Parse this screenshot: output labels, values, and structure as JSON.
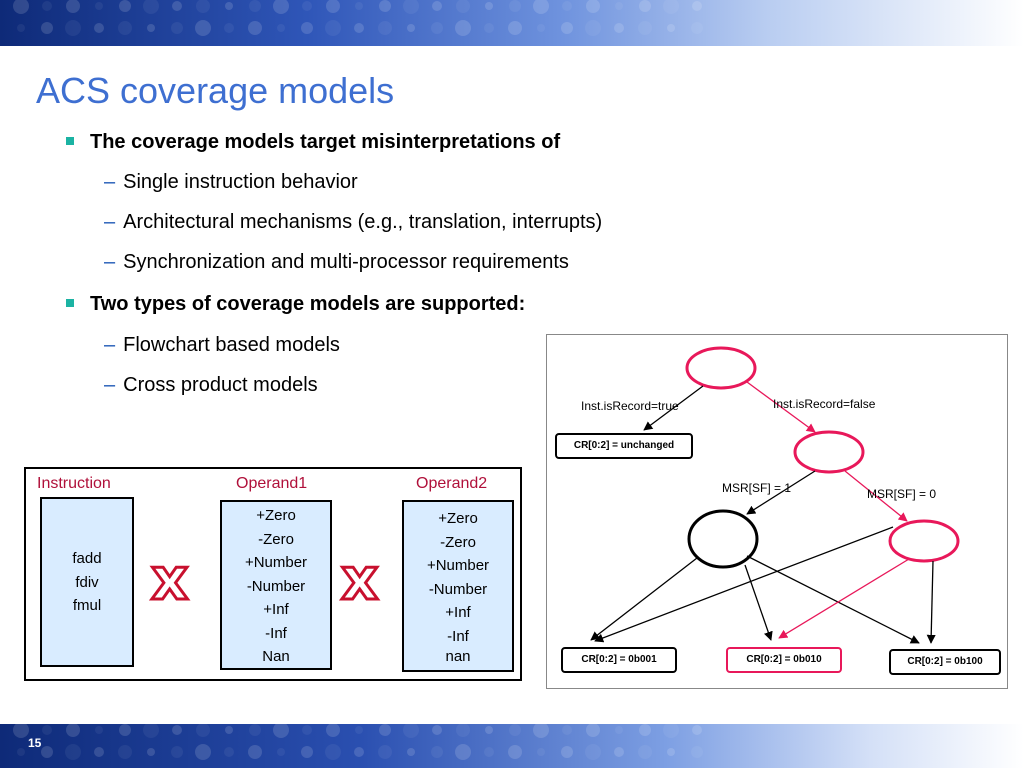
{
  "slide": {
    "title": "ACS coverage models",
    "number": "15"
  },
  "bullets": [
    {
      "text": "The coverage models target misinterpretations of",
      "sub": [
        "Single instruction behavior",
        "Architectural mechanisms (e.g., translation, interrupts)",
        "Synchronization and multi-processor requirements"
      ]
    },
    {
      "text": "Two types of coverage models are supported:",
      "sub": [
        "Flowchart based models",
        "Cross product models"
      ]
    }
  ],
  "sub_dash": "–",
  "cross_product": {
    "columns": [
      {
        "label": "Instruction",
        "items": [
          "fadd",
          "fdiv",
          "fmul"
        ]
      },
      {
        "label": "Operand1",
        "items": [
          "+Zero",
          "-Zero",
          "+Number",
          "-Number",
          "+Inf",
          "-Inf",
          "Nan"
        ]
      },
      {
        "label": "Operand2",
        "items": [
          "+Zero",
          "-Zero",
          "+Number",
          "-Number",
          "+Inf",
          "-Inf",
          "nan"
        ]
      }
    ],
    "operator": "x"
  },
  "flowchart": {
    "edge_labels": [
      "Inst.isRecord=true",
      "Inst.isRecord=false",
      "MSR[SF] = 1",
      "MSR[SF] = 0"
    ],
    "boxes": [
      "CR[0:2]  = unchanged",
      "CR[0:2] = 0b001",
      "CR[0:2] = 0b010",
      "CR[0:2] = 0b100"
    ],
    "colors": {
      "highlight": "#e8185a",
      "default": "#000000"
    }
  }
}
